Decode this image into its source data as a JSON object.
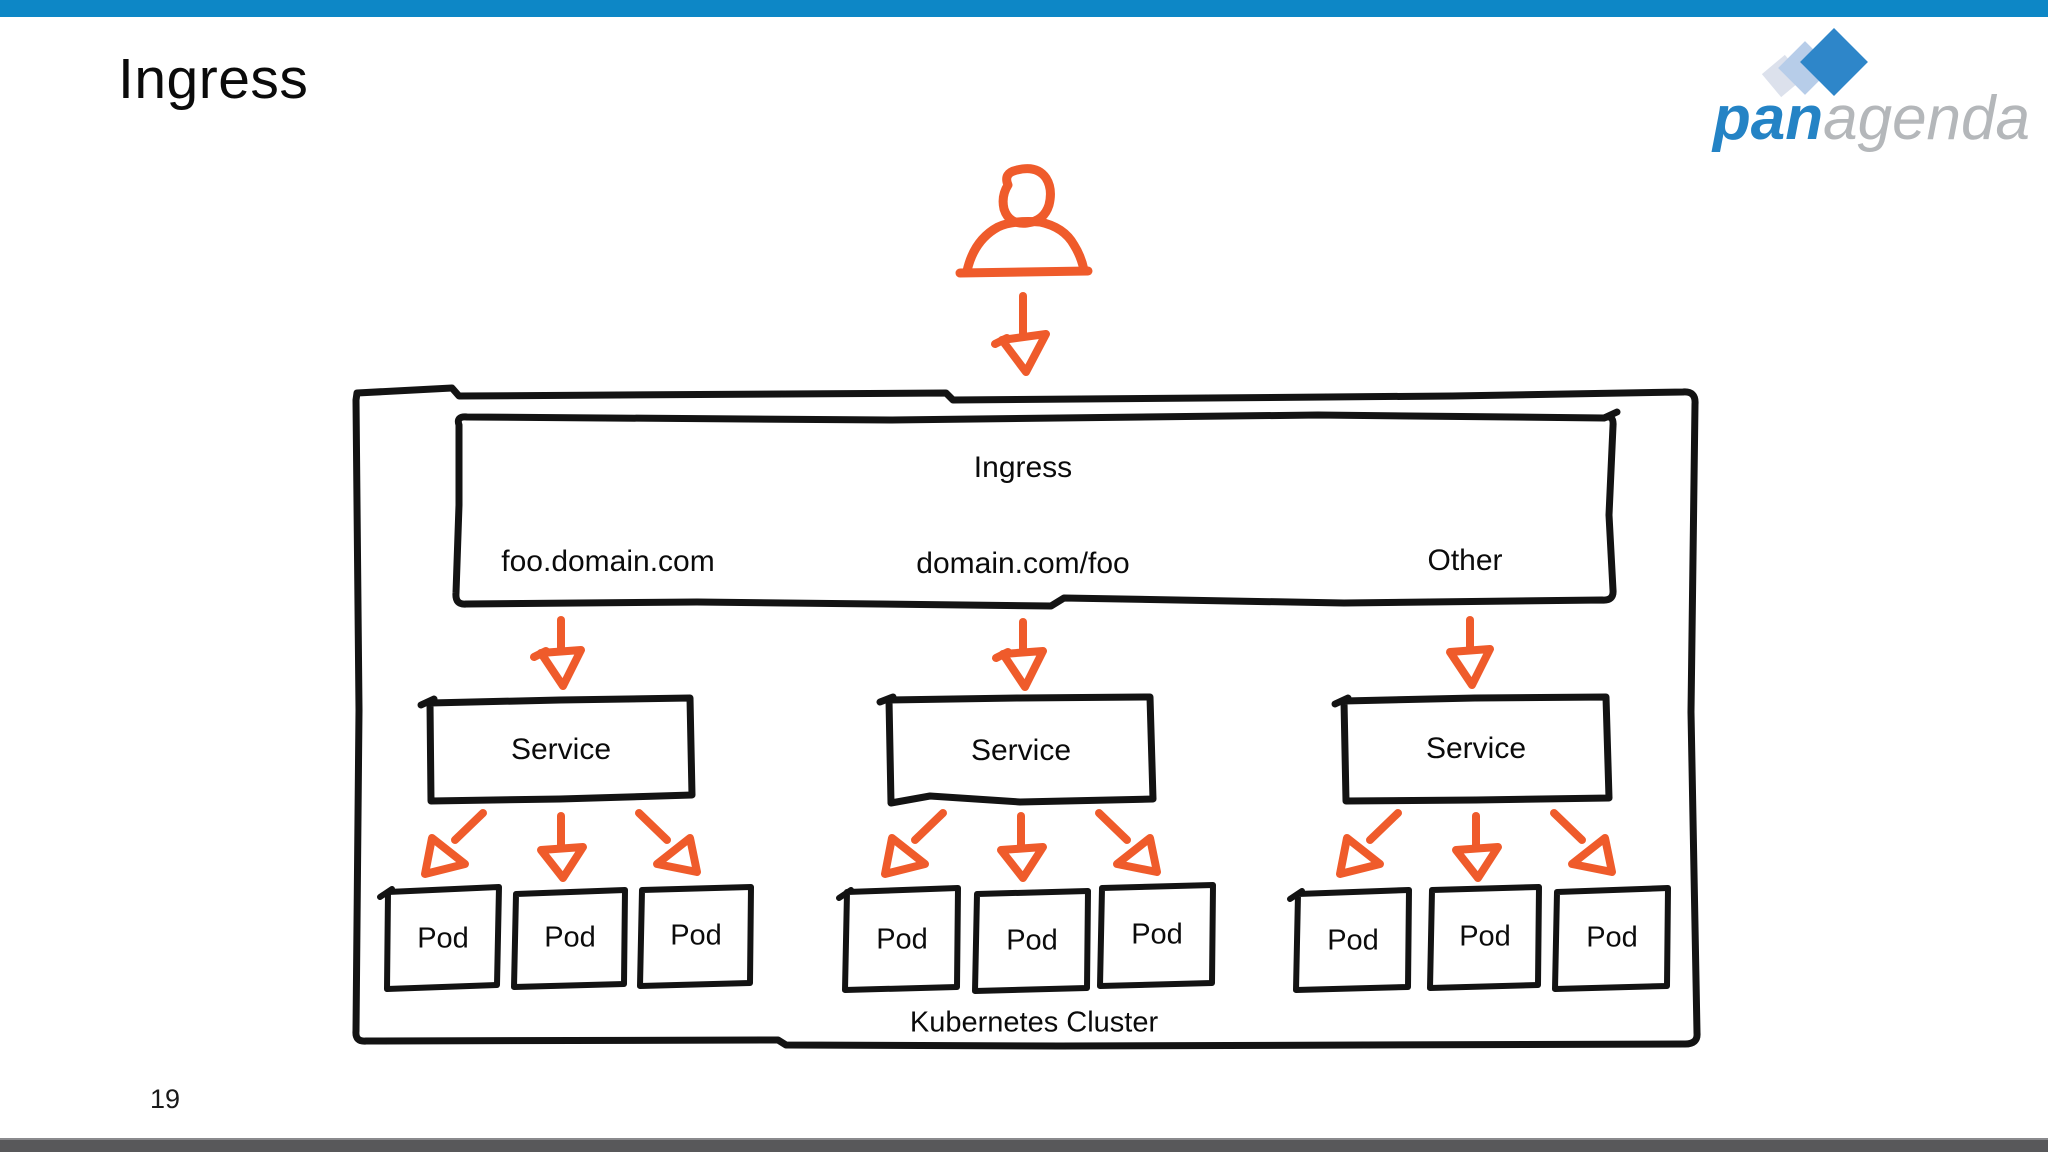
{
  "slide": {
    "title": "Ingress",
    "page_number": "19"
  },
  "logo": {
    "name": "panagenda",
    "part_bold": "pan",
    "part_light": "agenda"
  },
  "icons": {
    "user": "person-icon",
    "flow": "arrow-down-icon",
    "logo_mark": "diamond-stack-icon"
  },
  "diagram": {
    "ingress_box": {
      "title": "Ingress",
      "routes": [
        "foo.domain.com",
        "domain.com/foo",
        "Other"
      ]
    },
    "groups": [
      {
        "service_label": "Service",
        "pods": [
          "Pod",
          "Pod",
          "Pod"
        ]
      },
      {
        "service_label": "Service",
        "pods": [
          "Pod",
          "Pod",
          "Pod"
        ]
      },
      {
        "service_label": "Service",
        "pods": [
          "Pod",
          "Pod",
          "Pod"
        ]
      }
    ],
    "cluster_label": "Kubernetes Cluster"
  },
  "colors": {
    "top_bar_blue": "#0D87C6",
    "sketch_orange": "#EF5B2B",
    "sketch_black": "#131313",
    "logo_blue": "#2483C5",
    "logo_gray": "#B4B7BA",
    "logo_diamond_blue": "#2E86C9",
    "logo_diamond_light": "#B7CDE9",
    "logo_diamond_pale": "#DCE1EC",
    "footer_bar_gray": "#58585A"
  }
}
